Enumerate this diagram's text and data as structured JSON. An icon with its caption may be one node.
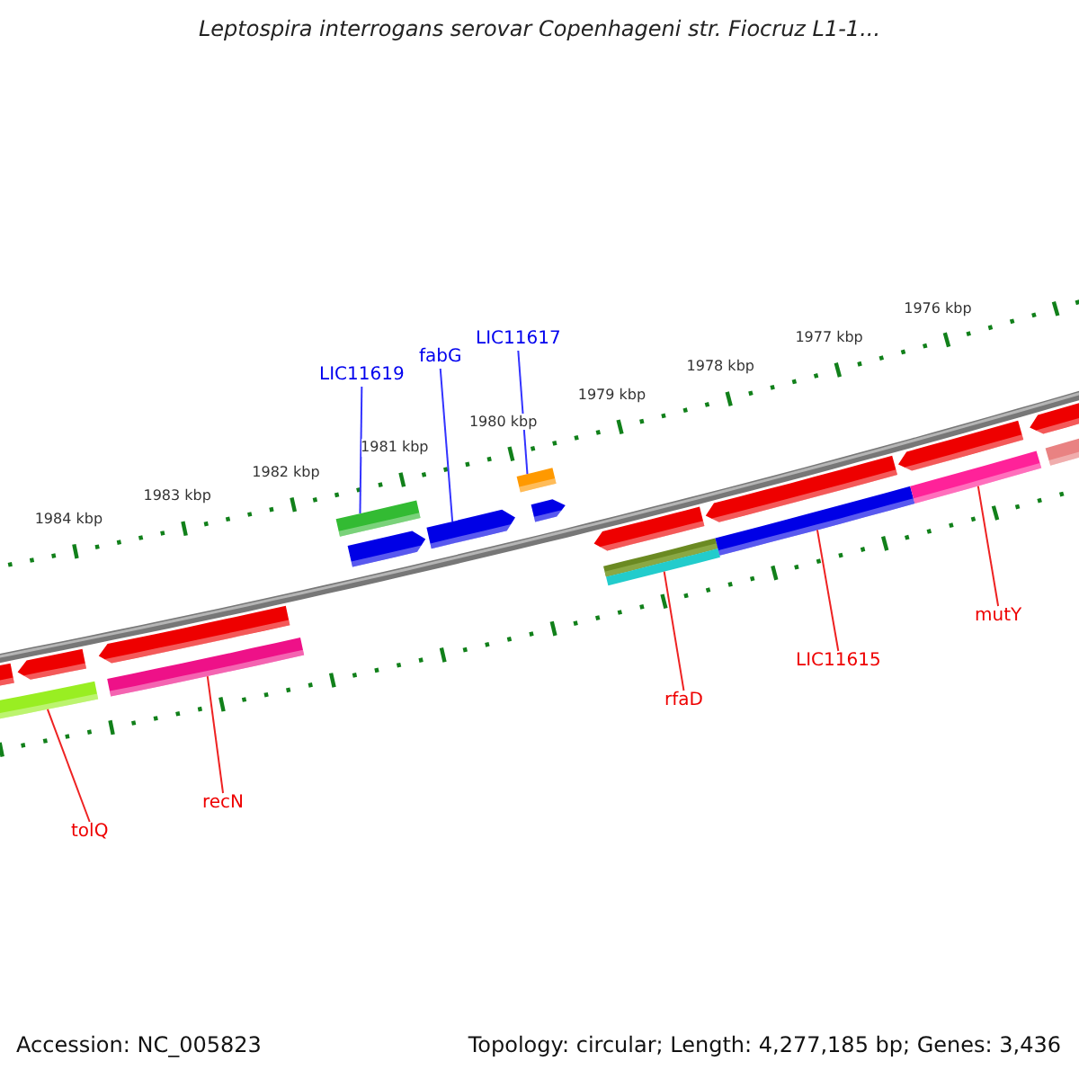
{
  "diagram": {
    "title": "Leptospira interrogans serovar Copenhageni str. Fiocruz L1-1...",
    "nodes": [
      {
        "text": [
          "LIC11619"
        ]
      },
      {
        "text": [
          "fabG"
        ]
      },
      {
        "text": [
          "LIC11617"
        ]
      },
      {
        "text": [
          "tolQ"
        ]
      },
      {
        "text": [
          "recN"
        ]
      },
      {
        "text": [
          "rfaD"
        ]
      },
      {
        "text": [
          "LIC11615"
        ]
      },
      {
        "text": [
          "mutY"
        ]
      },
      {
        "text": [],
        "shape": "bar"
      },
      {
        "text": [],
        "shape": "pentagon"
      },
      {
        "text": [],
        "shape": "bar"
      },
      {
        "text": [],
        "shape": "bar"
      },
      {
        "text": [],
        "shape": "bar"
      },
      {
        "text": [],
        "shape": "bar"
      },
      {
        "text": [],
        "shape": "bar"
      },
      {
        "text": [],
        "shape": "bar"
      },
      {
        "text": [],
        "shape": "pentagon"
      },
      {
        "text": [],
        "shape": "pentagon"
      },
      {
        "text": [],
        "shape": "pentagon"
      },
      {
        "text": [],
        "shape": "pentagon"
      },
      {
        "text": [],
        "shape": "pentagon"
      },
      {
        "text": [],
        "shape": "pentagon"
      },
      {
        "text": [],
        "shape": "pentagon"
      },
      {
        "text": [],
        "shape": "pentagon"
      },
      {
        "text": [],
        "shape": "pentagon"
      },
      {
        "text": [],
        "shape": "bar"
      }
    ],
    "edges": [
      {
        "from": 0,
        "to": 8,
        "arrow": "none",
        "color": "#3333ff"
      },
      {
        "from": 1,
        "to": 9,
        "arrow": "none",
        "color": "#3333ff"
      },
      {
        "from": 2,
        "to": 10,
        "arrow": "none",
        "color": "#3333ff"
      },
      {
        "from": 3,
        "to": 11,
        "arrow": "none"
      },
      {
        "from": 4,
        "to": 12,
        "arrow": "none"
      },
      {
        "from": 5,
        "to": 13,
        "arrow": "none"
      },
      {
        "from": 6,
        "to": 14,
        "arrow": "none"
      },
      {
        "from": 7,
        "to": 15,
        "arrow": "none"
      }
    ],
    "labels": [
      "1984 kbp",
      "1983 kbp",
      "1982 kbp",
      "1981 kbp",
      "1980 kbp",
      "1979 kbp",
      "1978 kbp",
      "1977 kbp",
      "1976 kbp",
      "Accession: NC_005823",
      "Topology: circular; Length: 4,277,185 bp; Genes: 3,436"
    ]
  }
}
